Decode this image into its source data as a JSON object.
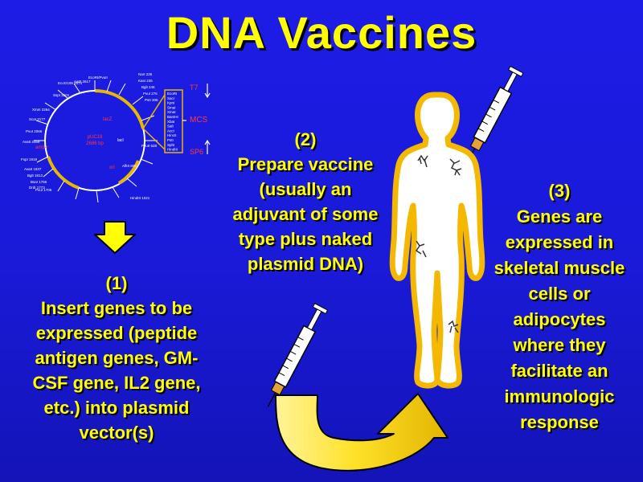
{
  "title": "DNA Vaccines",
  "step1": {
    "number": "(1)",
    "lines": [
      "Insert genes to be",
      "expressed (peptide",
      "antigen genes, GM-",
      "CSF gene, IL2 gene,",
      "etc.) into plasmid",
      "vector(s)"
    ]
  },
  "step2": {
    "number": "(2)",
    "lines": [
      "Prepare vaccine",
      "(usually an",
      "adjuvant of some",
      "type plus naked",
      "plasmid DNA)"
    ]
  },
  "step3": {
    "number": "(3)",
    "lines": [
      "Genes are",
      "expressed in",
      "skeletal muscle",
      "cells or",
      "adipocytes",
      "where they",
      "facilitate an",
      "immunologic",
      "response"
    ]
  },
  "plasmid": {
    "name": "pUC19",
    "size": "2686 bp",
    "labels": {
      "lacz": "lacZ",
      "ori": "ori",
      "amp": "amp-r",
      "laci": "lacI",
      "t7": "T7",
      "mcs": "MCS",
      "sp6": "SP6"
    },
    "sites_top": [
      "EcoRI/PvuII",
      "AatII 2617",
      "EcoO109 2674",
      "SspI 2501",
      "XmnI 2294",
      "ScaI 2177",
      "PvuI 2066",
      "AvaII 2059",
      "FspI 1919",
      "AvaII 1837",
      "BglI 1813",
      "BsaI 1766",
      "DrdI 1773",
      "PvuI 1705",
      "AflIII 806",
      "PvuII 628",
      "HindIII 1021",
      "NarI 235",
      "KasI 235",
      "BglI 245",
      "PvuI 276",
      "PstI 306"
    ],
    "mcs_sites": [
      "EcoRI",
      "SacI",
      "KpnI",
      "SmaI",
      "XmaI",
      "BamHI",
      "XbaI",
      "SalI",
      "AccI",
      "HincII",
      "PstI",
      "SphI",
      "HindIII"
    ]
  }
}
